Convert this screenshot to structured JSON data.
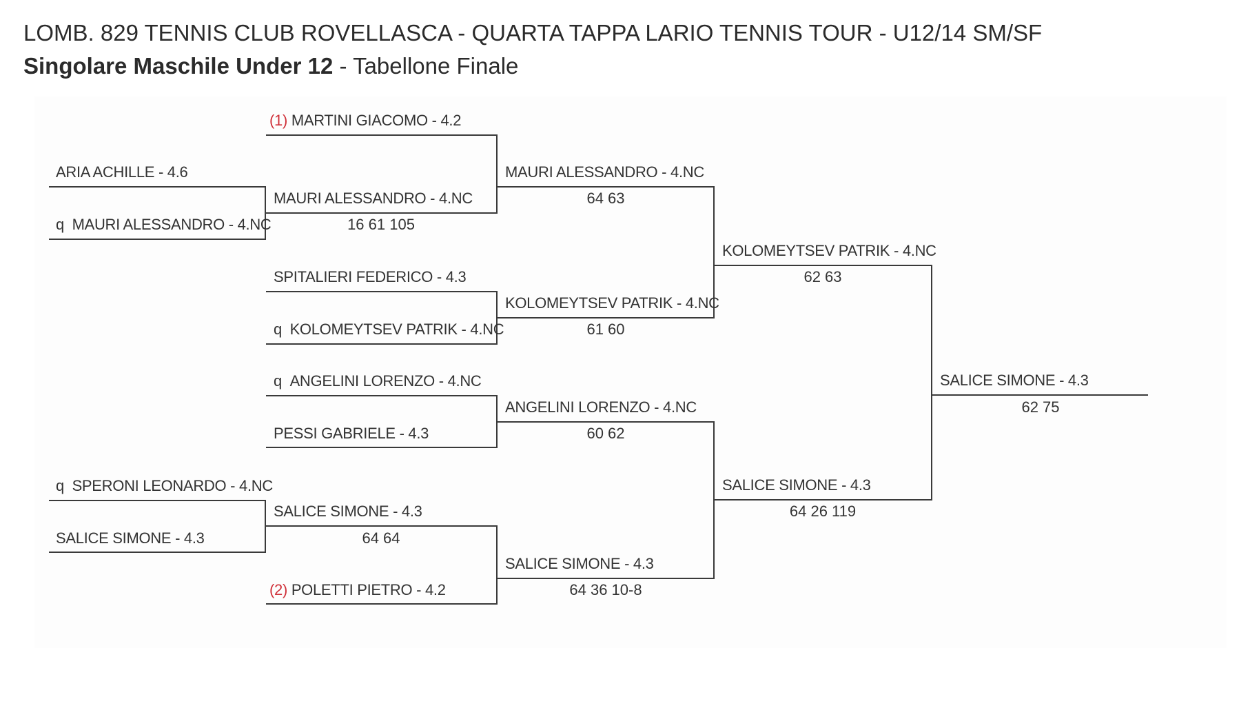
{
  "header": {
    "title": "LOMB. 829 TENNIS CLUB ROVELLASCA - QUARTA TAPPA LARIO TENNIS TOUR - U12/14 SM/SF",
    "event": "Singolare Maschile Under 12",
    "separator": " - ",
    "draw": "Tabellone Finale"
  },
  "bracket": {
    "preliminary": [
      {
        "name": "ARIA ACHILLE - 4.6"
      },
      {
        "prefix": "q",
        "name": "MAURI ALESSANDRO - 4.NC"
      },
      {
        "prefix": "q",
        "name": "SPERONI LEONARDO - 4.NC"
      },
      {
        "name": "SALICE SIMONE - 4.3"
      }
    ],
    "round1": [
      {
        "seed": "(1)",
        "name": "MARTINI GIACOMO - 4.2"
      },
      {
        "name": "MAURI ALESSANDRO - 4.NC",
        "score": "16 61 105"
      },
      {
        "name": "SPITALIERI FEDERICO - 4.3"
      },
      {
        "prefix": "q",
        "name": "KOLOMEYTSEV PATRIK - 4.NC"
      },
      {
        "prefix": "q",
        "name": "ANGELINI LORENZO - 4.NC"
      },
      {
        "name": "PESSI GABRIELE - 4.3"
      },
      {
        "name": "SALICE SIMONE - 4.3",
        "score": "64 64"
      },
      {
        "seed": "(2)",
        "name": "POLETTI PIETRO - 4.2"
      }
    ],
    "quarterfinals": [
      {
        "name": "MAURI ALESSANDRO - 4.NC",
        "score": "64 63"
      },
      {
        "name": "KOLOMEYTSEV PATRIK - 4.NC",
        "score": "61 60"
      },
      {
        "name": "ANGELINI LORENZO - 4.NC",
        "score": "60 62"
      },
      {
        "name": "SALICE SIMONE - 4.3",
        "score": "64 36 10-8"
      }
    ],
    "semifinals": [
      {
        "name": "KOLOMEYTSEV PATRIK - 4.NC",
        "score": "62 63"
      },
      {
        "name": "SALICE SIMONE - 4.3",
        "score": "64 26 119"
      }
    ],
    "final": {
      "name": "SALICE SIMONE - 4.3",
      "score": "62 75"
    }
  },
  "colors": {
    "seed": "#d0313a",
    "line": "#3a3a3a"
  }
}
